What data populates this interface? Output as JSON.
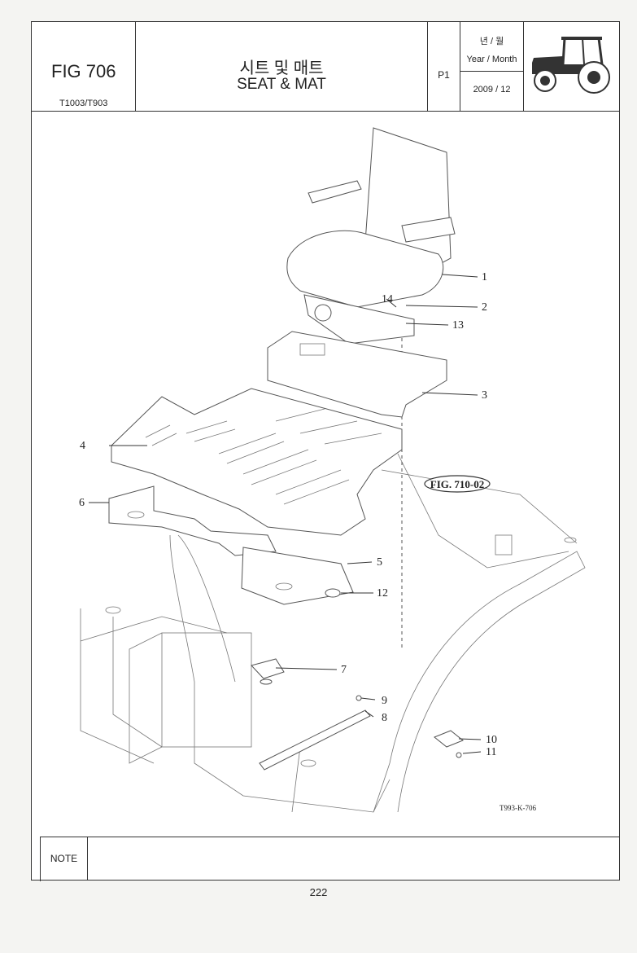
{
  "header": {
    "fig_number": "FIG 706",
    "models": "T1003/T903",
    "title_ko": "시트 및 매트",
    "title_en": "SEAT & MAT",
    "page_label": "P1",
    "date_label_ko": "년 / 월",
    "date_label_en": "Year / Month",
    "date_value": "2009 / 12",
    "thumbnail_icon": "tractor-icon"
  },
  "diagram": {
    "callouts": [
      "1",
      "2",
      "3",
      "4",
      "5",
      "6",
      "7",
      "8",
      "9",
      "10",
      "11",
      "12",
      "13",
      "14"
    ],
    "reference": "FIG. 710-02",
    "drawing_code": "T993-K-706"
  },
  "footer": {
    "note_label": "NOTE",
    "note_text": "",
    "page_number": "222"
  }
}
